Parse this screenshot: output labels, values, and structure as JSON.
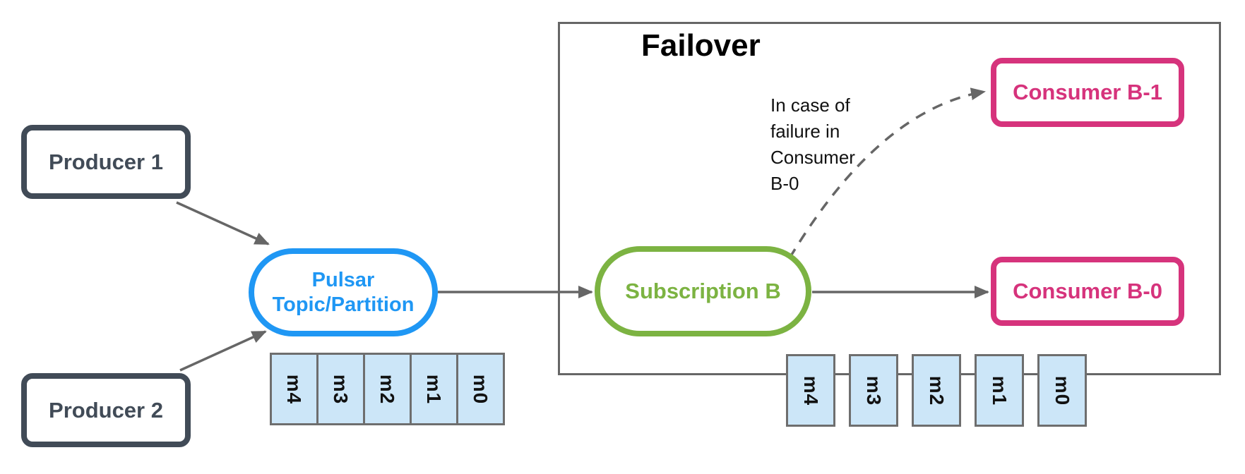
{
  "diagram": {
    "producers": [
      {
        "label": "Producer 1"
      },
      {
        "label": "Producer 2"
      }
    ],
    "topic": {
      "label": "Pulsar\nTopic/Partition"
    },
    "failover_group": {
      "title": "Failover"
    },
    "subscription": {
      "label": "Subscription B"
    },
    "consumers": [
      {
        "label": "Consumer B-1"
      },
      {
        "label": "Consumer B-0"
      }
    ],
    "annotation": {
      "text": "In case of\nfailure in\nConsumer\nB-0"
    },
    "messages_topic": [
      "m4",
      "m3",
      "m2",
      "m1",
      "m0"
    ],
    "messages_subscription": [
      "m4",
      "m3",
      "m2",
      "m1",
      "m0"
    ],
    "colors": {
      "producer_border": "#414b57",
      "topic_blue": "#1f97f4",
      "subscription_green": "#7cb342",
      "consumer_pink": "#d6337c",
      "arrow_gray": "#666666",
      "message_fill": "#cce6f8",
      "message_border": "#6e6e6e"
    }
  }
}
